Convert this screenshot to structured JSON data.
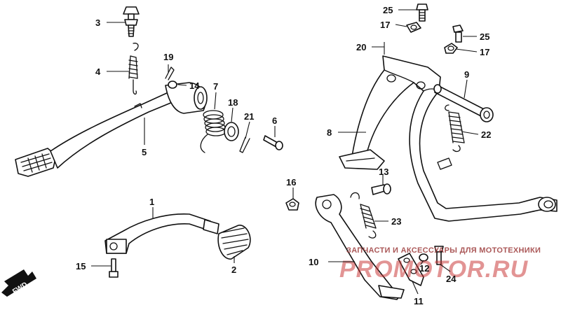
{
  "diagram": {
    "callouts": {
      "c1": "1",
      "c2": "2",
      "c3": "3",
      "c4": "4",
      "c5": "5",
      "c6": "6",
      "c7": "7",
      "c8": "8",
      "c9": "9",
      "c10": "10",
      "c11": "11",
      "c12": "12",
      "c13": "13",
      "c14": "14",
      "c15": "15",
      "c16": "16",
      "c17a": "17",
      "c17b": "17",
      "c18": "18",
      "c19": "19",
      "c20": "20",
      "c21": "21",
      "c22": "22",
      "c23": "23",
      "c24": "24",
      "c25a": "25",
      "c25b": "25"
    },
    "fwd_label": "FWD",
    "watermark": {
      "caption": "ЗАПЧАСТИ И АКСЕССУАРЫ ДЛЯ МОТОТЕХНИКИ",
      "logo": "PROMOTOR.RU"
    }
  }
}
